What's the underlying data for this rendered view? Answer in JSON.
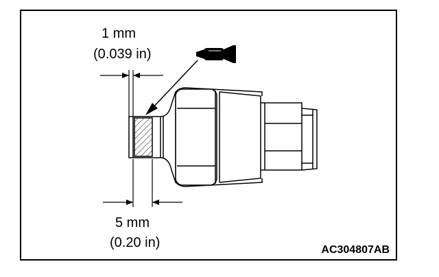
{
  "dimension_top": {
    "metric": "1 mm",
    "imperial": "(0.039 in)"
  },
  "dimension_bottom": {
    "metric": "5 mm",
    "imperial": "(0.20 in)"
  },
  "figure_code": "AC304807AB",
  "icons": {
    "sealant_tube": "sealant-tube-icon"
  }
}
